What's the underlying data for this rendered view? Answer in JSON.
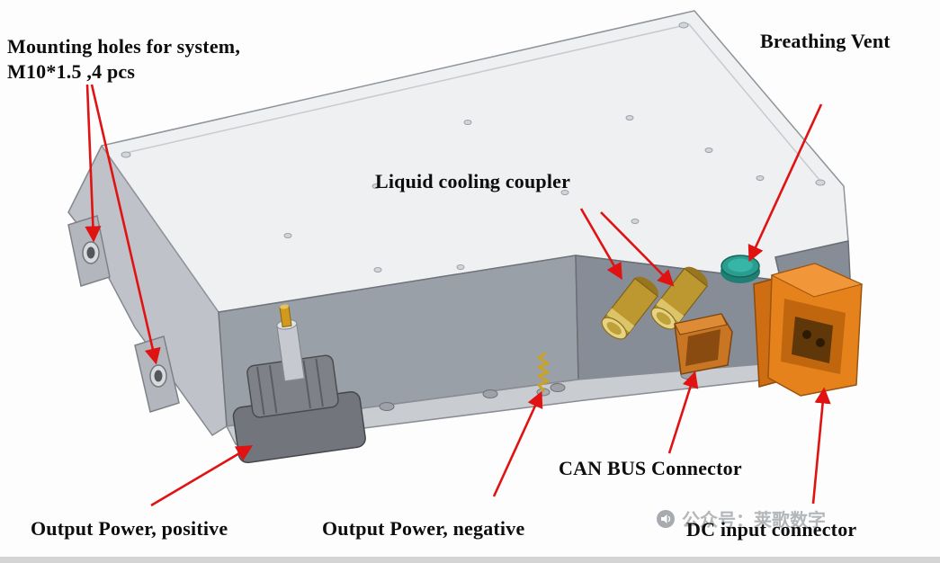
{
  "figure": {
    "labels": {
      "mounting_line1": "Mounting holes for system,",
      "mounting_line2": "M10*1.5 ,4 pcs",
      "breathing_vent": "Breathing Vent",
      "liquid_cooling": "Liquid cooling coupler",
      "can_bus": "CAN BUS Connector",
      "output_positive": "Output Power, positive",
      "output_negative": "Output Power, negative",
      "dc_input": "DC input connector"
    },
    "watermark": {
      "text": "公众号：莱歌数字",
      "icon": "megaphone-icon"
    },
    "colors": {
      "arrow_red": "#e01212",
      "enclosure_top": "#eef0f2",
      "enclosure_front": "#9aa0a8",
      "enclosure_right": "#878d96",
      "flange_gray": "#bfc3c9",
      "vent_teal": "#2a9d8f",
      "coupler_brass": "#bd9730",
      "coupler_brass_light": "#e7d384",
      "can_connector_orange": "#c87624",
      "dc_connector_orange": "#e5821c"
    }
  }
}
